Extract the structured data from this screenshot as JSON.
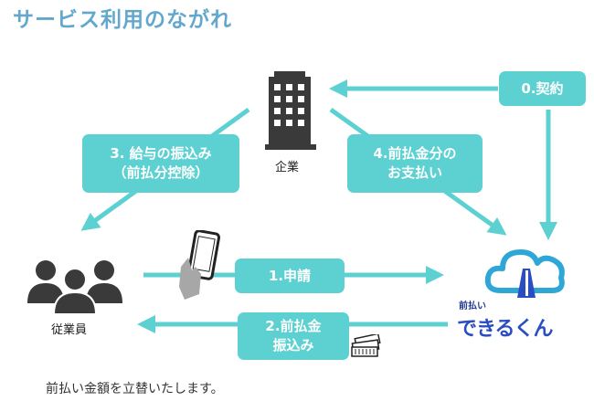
{
  "title": "サービス利用のながれ",
  "nodes": {
    "company": "企業",
    "employee": "従業員",
    "service_small": "前払い",
    "service_big": "できるくん"
  },
  "steps": {
    "step0": "0.契約",
    "step1": "1.申請",
    "step2_line1": "2.前払金",
    "step2_line2": "振込み",
    "step3_line1": "3. 給与の振込み",
    "step3_line2": "（前払分控除）",
    "step4_line1": "4.前払金分の",
    "step4_line2": "お支払い"
  },
  "note": "前払い金額を立替いたします。",
  "colors": {
    "accent": "#5dd1d1",
    "title": "#63a8cc",
    "logo": "#2a4ec2",
    "icon": "#3a3a3a"
  }
}
